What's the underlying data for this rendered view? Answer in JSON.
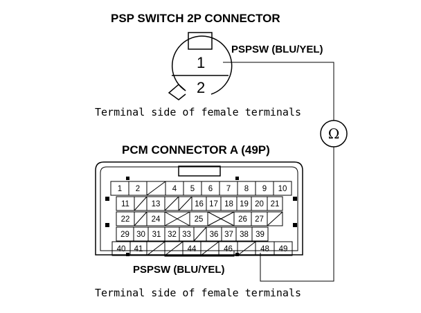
{
  "psp_connector": {
    "title": "PSP SWITCH 2P CONNECTOR",
    "wire_label": "PSPSW (BLU/YEL)",
    "pin1": "1",
    "pin2": "2",
    "note": "Terminal side of female terminals"
  },
  "meter": {
    "symbol": "Ω"
  },
  "pcm_connector": {
    "title": "PCM CONNECTOR A (49P)",
    "wire_label": "PSPSW (BLU/YEL)",
    "note": "Terminal side of female terminals",
    "rows": [
      [
        "1",
        "2",
        "",
        "4",
        "5",
        "6",
        "7",
        "8",
        "9",
        "10"
      ],
      [
        "11",
        "",
        "13",
        "",
        "",
        "16",
        "17",
        "18",
        "19",
        "20",
        "21"
      ],
      [
        "22",
        "",
        "24",
        "",
        "25",
        "",
        "26",
        "27",
        ""
      ],
      [
        "29",
        "30",
        "31",
        "32",
        "33",
        "",
        "36",
        "37",
        "38",
        "39"
      ],
      [
        "40",
        "41",
        "",
        "",
        "44",
        "",
        "46",
        "",
        "48",
        "49"
      ]
    ]
  }
}
